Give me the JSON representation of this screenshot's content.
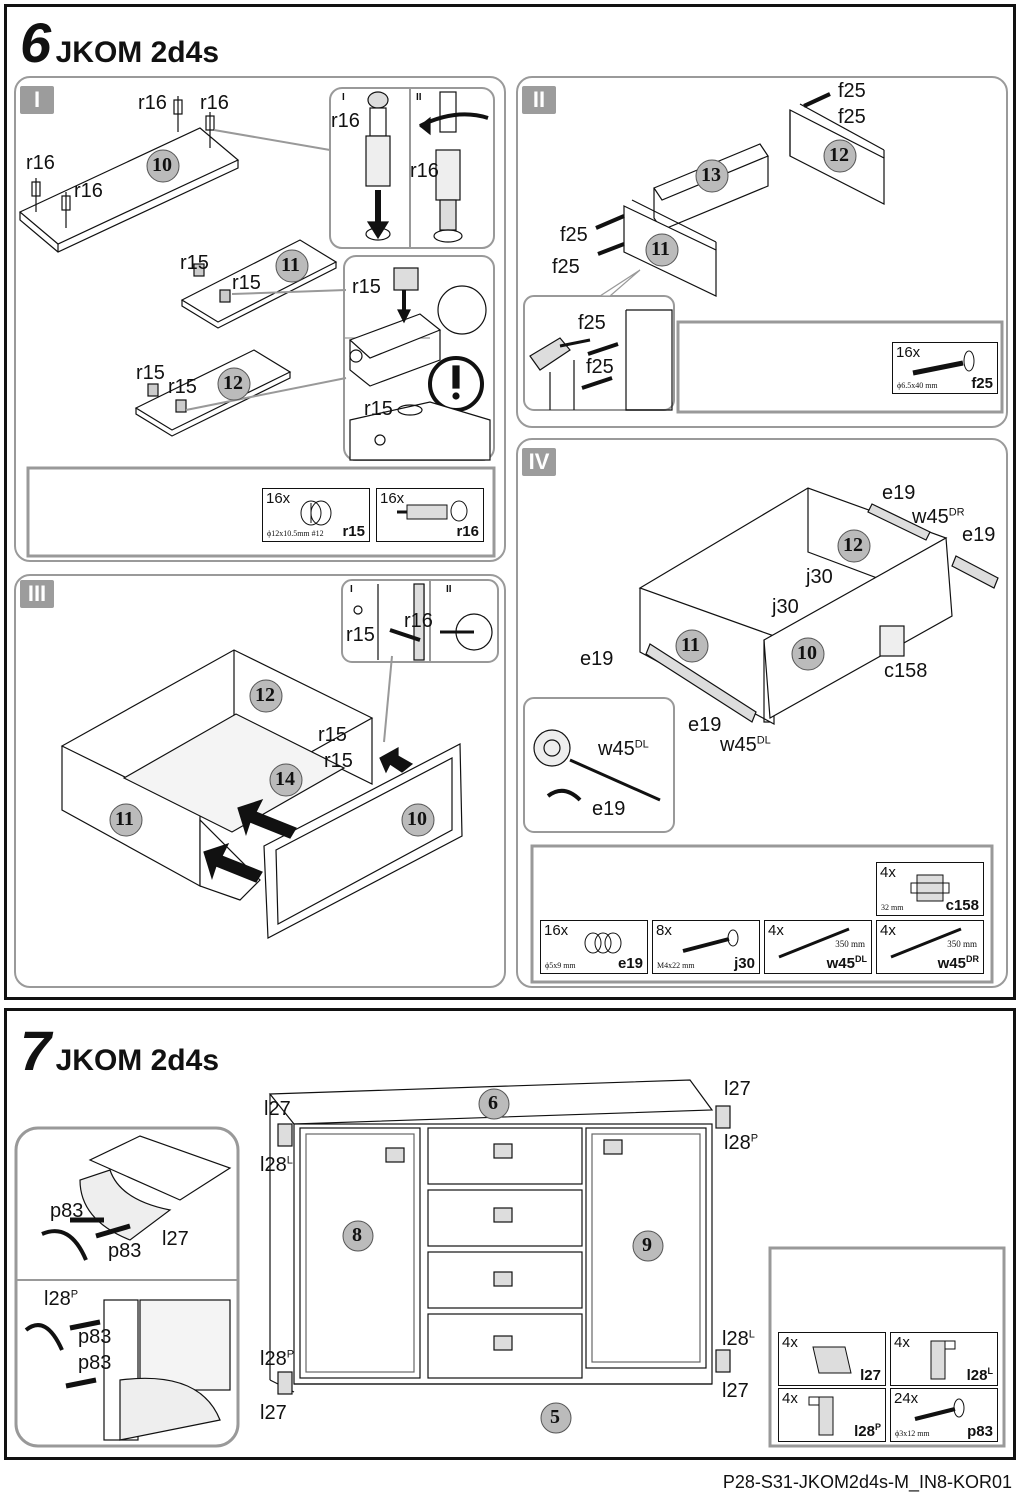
{
  "step6": {
    "number": "6",
    "model": "JKOM 2d4s",
    "panels": {
      "I": "I",
      "II": "II",
      "III": "III",
      "IV": "IV"
    },
    "insets": {
      "i": "I",
      "ii": "II"
    },
    "panel1": {
      "parts_numbers": [
        "10",
        "11",
        "12"
      ],
      "labels": {
        "r16": "r16",
        "r15": "r15"
      }
    },
    "panel2": {
      "parts_numbers": [
        "13",
        "12",
        "11"
      ],
      "labels": {
        "f25": "f25"
      }
    },
    "panel3": {
      "parts_numbers": [
        "12",
        "14",
        "11",
        "10"
      ],
      "labels": {
        "r15": "r15",
        "r16": "r16"
      }
    },
    "panel4": {
      "parts_numbers": [
        "12",
        "11",
        "10"
      ],
      "labels": {
        "e19": "e19",
        "w45dr_base": "w45",
        "w45dr_sup": "DR",
        "w45dl_base": "w45",
        "w45dl_sup": "DL",
        "j30": "j30",
        "c158": "c158"
      }
    },
    "hardware": {
      "r15": {
        "qty": "16x",
        "spec": "ϕ12x10.5mm #12",
        "code": "r15"
      },
      "r16": {
        "qty": "16x",
        "code": "r16"
      },
      "f25": {
        "qty": "16x",
        "spec": "ϕ6.5x40 mm",
        "code": "f25"
      },
      "c158": {
        "qty": "4x",
        "spec": "32 mm",
        "code": "c158"
      },
      "e19": {
        "qty": "16x",
        "spec": "ϕ5x9 mm",
        "code": "e19"
      },
      "j30": {
        "qty": "8x",
        "spec": "M4x22 mm",
        "code": "j30"
      },
      "w45dl": {
        "qty": "4x",
        "len": "350 mm",
        "code": "w45",
        "sup": "DL"
      },
      "w45dr": {
        "qty": "4x",
        "len": "350 mm",
        "code": "w45",
        "sup": "DR"
      }
    }
  },
  "step7": {
    "number": "7",
    "model": "JKOM 2d4s",
    "parts_numbers": [
      "6",
      "8",
      "9",
      "5"
    ],
    "labels": {
      "l27": "l27",
      "l28": "l28",
      "l28L_sup": "L",
      "l28P_sup": "P",
      "p83": "p83"
    },
    "hardware": {
      "l27": {
        "qty": "4x",
        "code": "l27"
      },
      "l28L": {
        "qty": "4x",
        "code": "l28",
        "sup": "L"
      },
      "l28P": {
        "qty": "4x",
        "code": "l28",
        "sup": "P"
      },
      "p83": {
        "qty": "24x",
        "spec": "ϕ3x12 mm",
        "code": "p83"
      }
    }
  },
  "footer": "P28-S31-JKOM2d4s-M_IN8-KOR01"
}
